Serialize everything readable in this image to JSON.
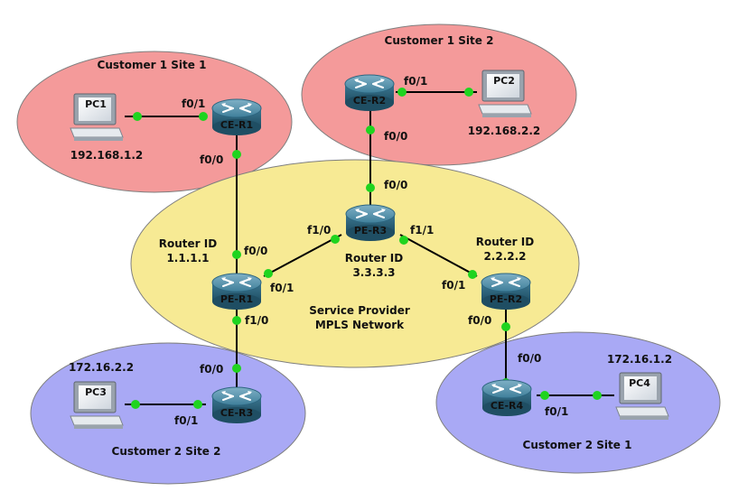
{
  "zones": {
    "c1s1": "Customer 1 Site 1",
    "c1s2": "Customer 1 Site 2",
    "c2s2": "Customer 2 Site 2",
    "c2s1": "Customer 2 Site 1",
    "sp_line1": "Service Provider",
    "sp_line2": "MPLS Network"
  },
  "colors": {
    "customer1": "#f49a9a",
    "customer2": "#a9a9f5",
    "provider": "#f7ea94",
    "link_up": "#1fd41f"
  },
  "devices": {
    "pc1": {
      "name": "PC1",
      "ip": "192.168.1.2",
      "icon": "pc-icon"
    },
    "pc2": {
      "name": "PC2",
      "ip": "192.168.2.2",
      "icon": "pc-icon"
    },
    "pc3": {
      "name": "PC3",
      "ip": "172.16.2.2",
      "icon": "pc-icon"
    },
    "pc4": {
      "name": "PC4",
      "ip": "172.16.1.2",
      "icon": "pc-icon"
    },
    "ce_r1": {
      "name": "CE-R1",
      "icon": "router-icon"
    },
    "ce_r2": {
      "name": "CE-R2",
      "icon": "router-icon"
    },
    "ce_r3": {
      "name": "CE-R3",
      "icon": "router-icon"
    },
    "ce_r4": {
      "name": "CE-R4",
      "icon": "router-icon"
    },
    "pe_r1": {
      "name": "PE-R1",
      "icon": "router-icon",
      "rid_label": "Router ID",
      "rid": "1.1.1.1"
    },
    "pe_r2": {
      "name": "PE-R2",
      "icon": "router-icon",
      "rid_label": "Router ID",
      "rid": "2.2.2.2"
    },
    "pe_r3": {
      "name": "PE-R3",
      "icon": "router-icon",
      "rid_label": "Router ID",
      "rid": "3.3.3.3"
    }
  },
  "interfaces": {
    "ce_r1_pc1": "f0/1",
    "ce_r1_pe": "f0/0",
    "ce_r2_pc2": "f0/1",
    "ce_r2_pe": "f0/0",
    "pe_r3_ce": "f0/0",
    "pe_r3_pe1": "f1/0",
    "pe_r3_pe2": "f1/1",
    "pe_r1_ce1": "f0/0",
    "pe_r1_pe3": "f0/1",
    "pe_r1_ce3": "f1/0",
    "pe_r2_pe3": "f0/1",
    "pe_r2_ce4": "f0/0",
    "ce_r3_pe": "f0/0",
    "ce_r3_pc3": "f0/1",
    "ce_r4_pe": "f0/0",
    "ce_r4_pc4": "f0/1"
  }
}
